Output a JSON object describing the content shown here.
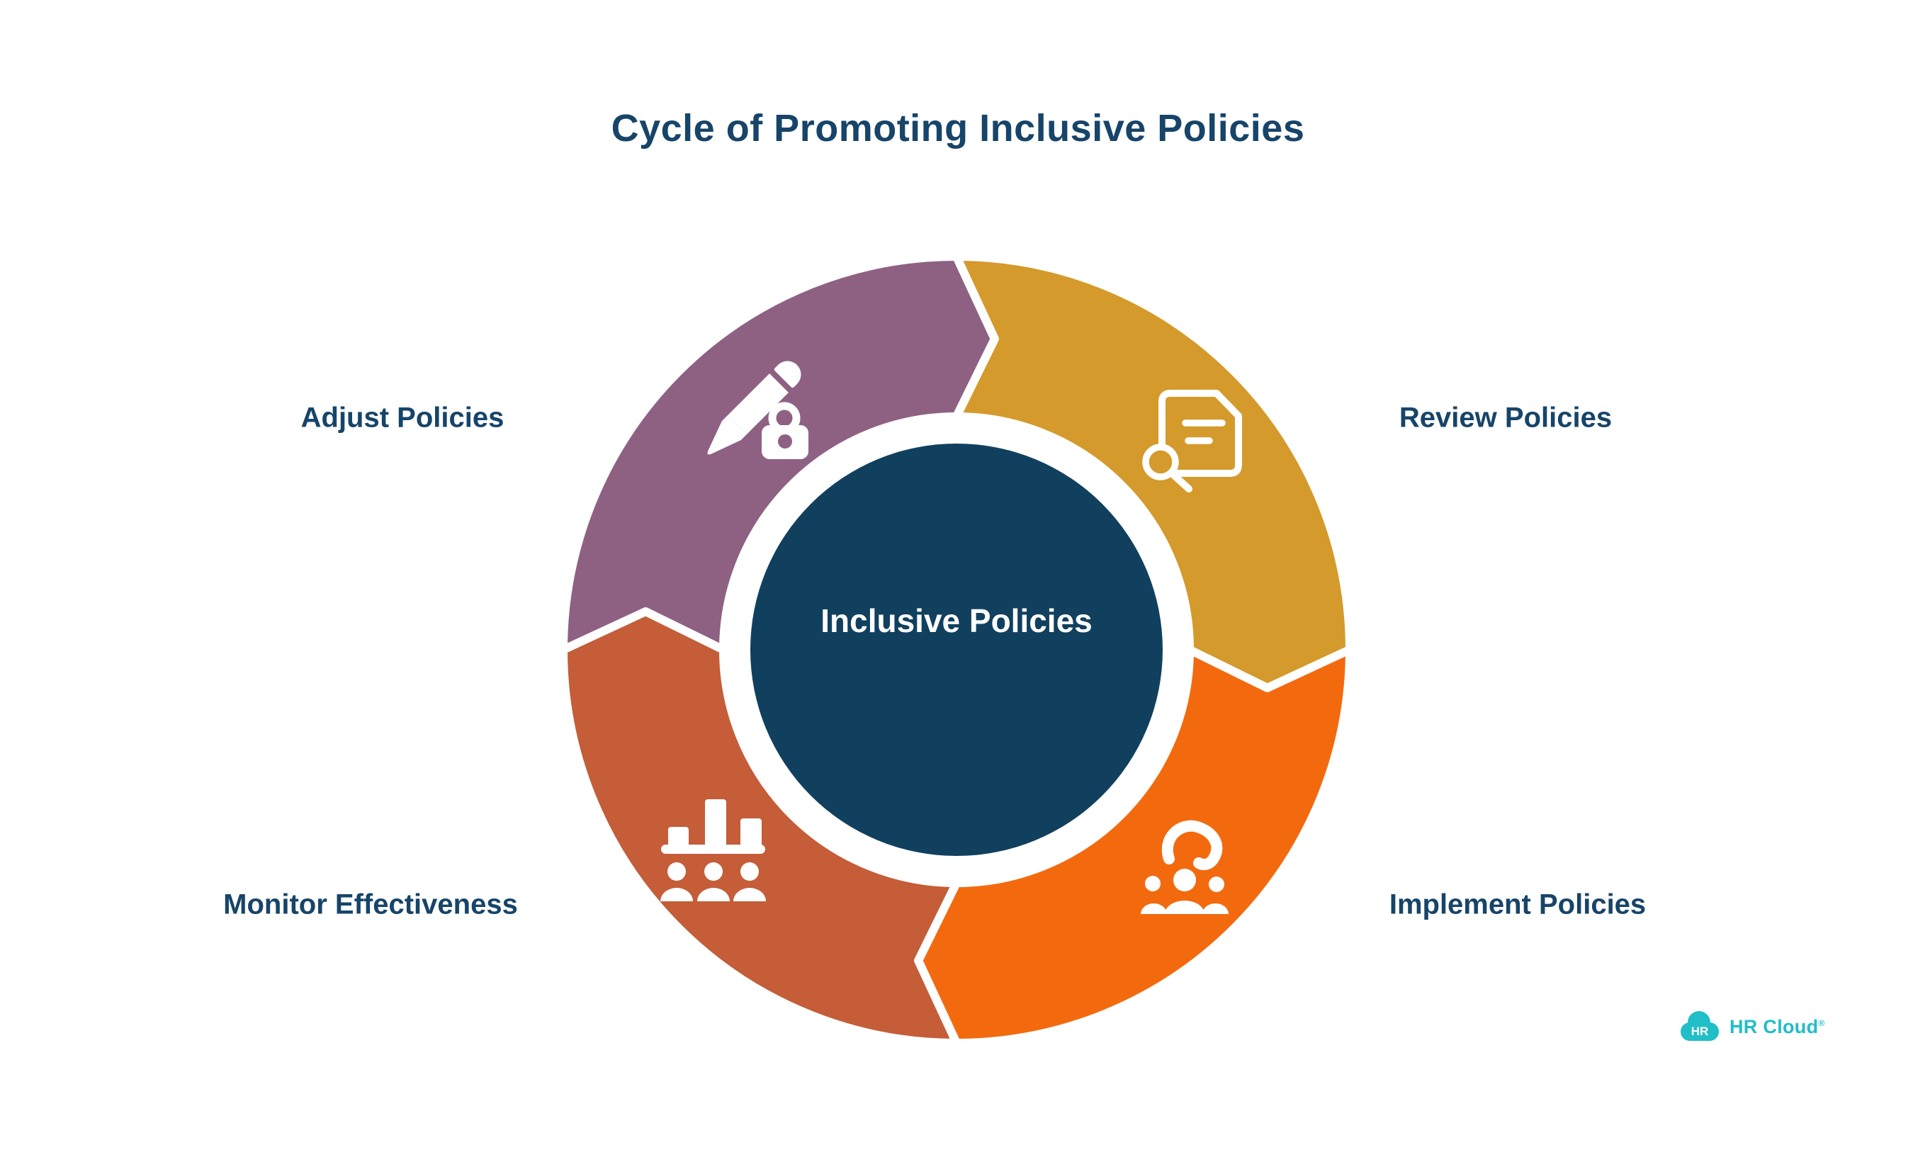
{
  "title": "Cycle of Promoting Inclusive Policies",
  "center": {
    "label": "Inclusive Policies"
  },
  "colors": {
    "background": "#ffffff",
    "text_navy": "#174469",
    "center_circle_navy": "#11405f",
    "center_label_white": "#ffffff",
    "icon_white": "#ffffff",
    "adjust_purple": "#8e6183",
    "review_gold": "#d49a2b",
    "implement_orange": "#f36a0e",
    "monitor_rust": "#c45d38",
    "logo_teal": "#20bec6"
  },
  "segments": [
    {
      "id": "adjust",
      "order": 1,
      "label": "Adjust Policies",
      "icon": "pencil-lock-icon",
      "color": "#8e6183",
      "position": "top-left"
    },
    {
      "id": "review",
      "order": 2,
      "label": "Review Policies",
      "icon": "document-magnifier-icon",
      "color": "#d49a2b",
      "position": "top-right"
    },
    {
      "id": "implement",
      "order": 3,
      "label": "Implement Policies",
      "icon": "team-question-icon",
      "color": "#f36a0e",
      "position": "bottom-right"
    },
    {
      "id": "monitor",
      "order": 4,
      "label": "Monitor Effectiveness",
      "icon": "team-bar-chart-icon",
      "color": "#c45d38",
      "position": "bottom-left"
    }
  ],
  "logo": {
    "badge": "HR",
    "brand": "HR Cloud",
    "registered": "®"
  }
}
